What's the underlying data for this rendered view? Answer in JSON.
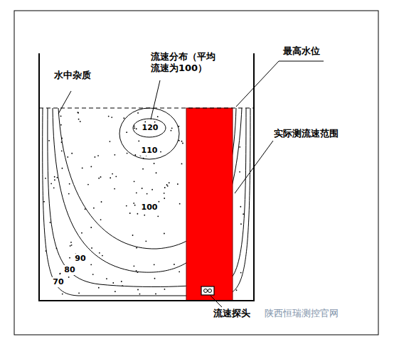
{
  "diagram": {
    "labels": [
      "水中杂质",
      "流速分布（平均 流速为100）",
      "最高水位",
      "120",
      "110",
      "100",
      "90",
      "80",
      "70",
      "实际测流速范围",
      "流速探头",
      "陕西恒瑞测控官网"
    ]
  }
}
